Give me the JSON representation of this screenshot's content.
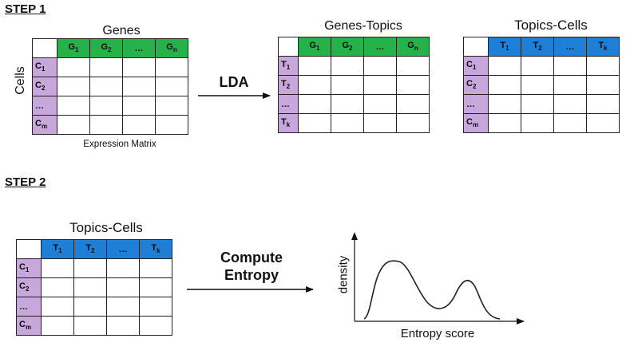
{
  "step1": {
    "label": "STEP 1",
    "expression": {
      "title": "Genes",
      "row_axis_label": "Cells",
      "caption": "Expression Matrix",
      "cols": [
        {
          "b": "G",
          "s": "1"
        },
        {
          "b": "G",
          "s": "2"
        },
        {
          "b": "…",
          "s": ""
        },
        {
          "b": "G",
          "s": "n"
        }
      ],
      "rows": [
        {
          "b": "C",
          "s": "1"
        },
        {
          "b": "C",
          "s": "2"
        },
        {
          "b": "…",
          "s": ""
        },
        {
          "b": "C",
          "s": "m"
        }
      ]
    },
    "arrow_label": "LDA",
    "genes_topics": {
      "title": "Genes-Topics",
      "cols": [
        {
          "b": "G",
          "s": "1"
        },
        {
          "b": "G",
          "s": "2"
        },
        {
          "b": "…",
          "s": ""
        },
        {
          "b": "G",
          "s": "n"
        }
      ],
      "rows": [
        {
          "b": "T",
          "s": "1"
        },
        {
          "b": "T",
          "s": "2"
        },
        {
          "b": "…",
          "s": ""
        },
        {
          "b": "T",
          "s": "k"
        }
      ]
    },
    "topics_cells": {
      "title": "Topics-Cells",
      "cols": [
        {
          "b": "T",
          "s": "1"
        },
        {
          "b": "T",
          "s": "2"
        },
        {
          "b": "…",
          "s": ""
        },
        {
          "b": "T",
          "s": "k"
        }
      ],
      "rows": [
        {
          "b": "C",
          "s": "1"
        },
        {
          "b": "C",
          "s": "2"
        },
        {
          "b": "…",
          "s": ""
        },
        {
          "b": "C",
          "s": "m"
        }
      ]
    }
  },
  "step2": {
    "label": "STEP 2",
    "topics_cells": {
      "title": "Topics-Cells",
      "cols": [
        {
          "b": "T",
          "s": "1"
        },
        {
          "b": "T",
          "s": "2"
        },
        {
          "b": "…",
          "s": ""
        },
        {
          "b": "T",
          "s": "k"
        }
      ],
      "rows": [
        {
          "b": "C",
          "s": "1"
        },
        {
          "b": "C",
          "s": "2"
        },
        {
          "b": "…",
          "s": ""
        },
        {
          "b": "C",
          "s": "m"
        }
      ]
    },
    "arrow_label_line1": "Compute",
    "arrow_label_line2": "Entropy",
    "plot": {
      "ylabel": "density",
      "xlabel": "Entropy score"
    }
  },
  "colors": {
    "header_green": "#25b24a",
    "header_blue": "#1f7fd6",
    "row_purple": "#c8a8dc"
  }
}
